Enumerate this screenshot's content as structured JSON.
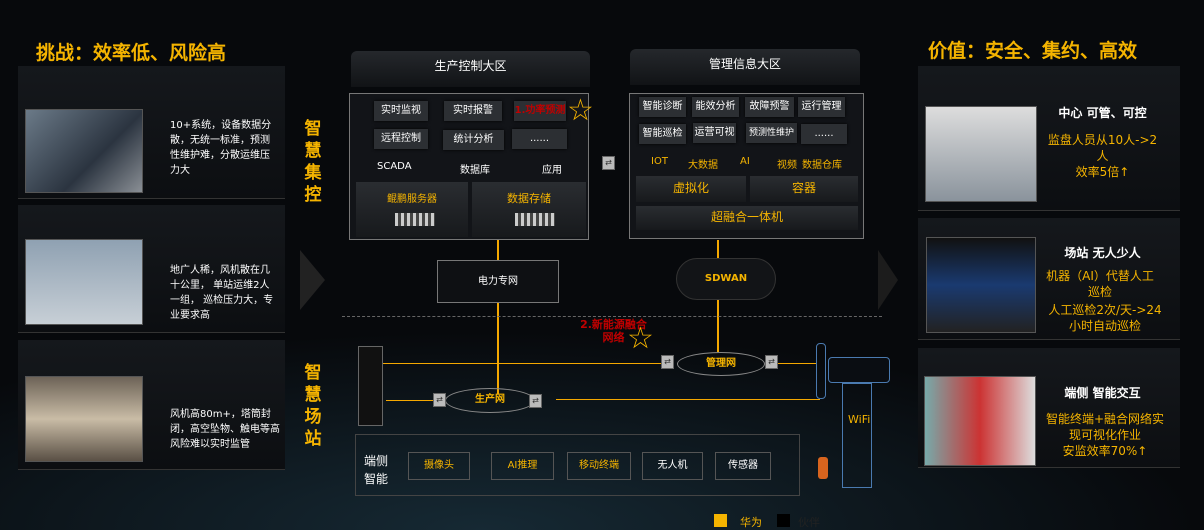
{
  "left": {
    "title": "挑战：效率低、风险高",
    "items": [
      "10+系统，设备数据分散，无统一标准，预测性维护难，分散运维压力大",
      "地广人稀，风机散在几十公里， 单站运维2人一组， 巡检压力大，专业要求高",
      "风机高80m+，塔筒封闭，高空坠物、触电等高风险难以实时监管"
    ]
  },
  "right": {
    "title": "价值：安全、集约、高效",
    "items": [
      {
        "head": "中心 可管、可控",
        "lines": [
          "监盘人员从10人->2人",
          "效率5倍↑"
        ]
      },
      {
        "head": "场站 无人少人",
        "lines": [
          "机器（AI）代替人工巡检",
          "人工巡检2次/天->24小时自动巡检"
        ]
      },
      {
        "head": "端侧 智能交互",
        "lines": [
          "智能终端+融合网络实现可视化作业",
          "安监效率70%↑"
        ]
      }
    ]
  },
  "vertical": {
    "top": "智慧集控",
    "bottom": "智慧场站"
  },
  "production": {
    "title": "生产控制大区",
    "buttons": [
      "实时监视",
      "实时报警",
      "1.功率预测",
      "远程控制",
      "统计分析",
      "......"
    ],
    "labels": [
      "SCADA",
      "数据库",
      "应用"
    ],
    "blocks": [
      "鲲鹏服务器",
      "数据存储"
    ]
  },
  "management": {
    "title": "管理信息大区",
    "buttons": [
      "智能诊断",
      "能效分析",
      "故障预警",
      "运行管理",
      "智能巡检",
      "运营可视",
      "预测性维护",
      "......"
    ],
    "labels": [
      "IOT",
      "大数据",
      "AI",
      "视频",
      "数据仓库"
    ],
    "blocks": [
      "虚拟化",
      "容器"
    ],
    "base": "超融合一体机"
  },
  "network": {
    "power": "电力专网",
    "sdwan": "SDWAN",
    "highlight": "2.新能源融合网络",
    "mgmt": "管理网",
    "prod": "生产网",
    "wifi": "WiFi"
  },
  "edge": {
    "title": "端侧智能",
    "items": [
      "摄像头",
      "AI推理",
      "移动终端",
      "无人机",
      "传感器"
    ]
  },
  "legend": [
    {
      "label": "华为",
      "color": "#f5b400"
    },
    {
      "label": "伙伴",
      "color": "#000000"
    }
  ]
}
